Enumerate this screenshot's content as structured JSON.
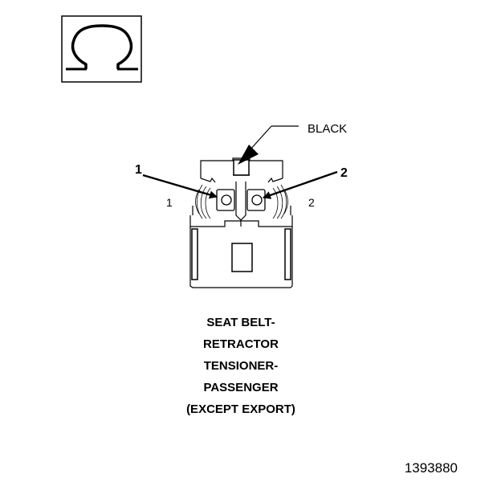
{
  "symbol": {
    "icon": "ohm-icon",
    "glyph": "Ω"
  },
  "connector": {
    "color_callout": "BLACK",
    "callout_left": "1",
    "callout_right": "2",
    "terminal_left": "1",
    "terminal_right": "2"
  },
  "caption": {
    "lines": [
      "SEAT BELT-",
      "RETRACTOR",
      "TENSIONER-",
      "PASSENGER",
      "(EXCEPT EXPORT)"
    ]
  },
  "figure_number": "1393880",
  "colors": {
    "ink": "#000000",
    "background": "#ffffff"
  }
}
